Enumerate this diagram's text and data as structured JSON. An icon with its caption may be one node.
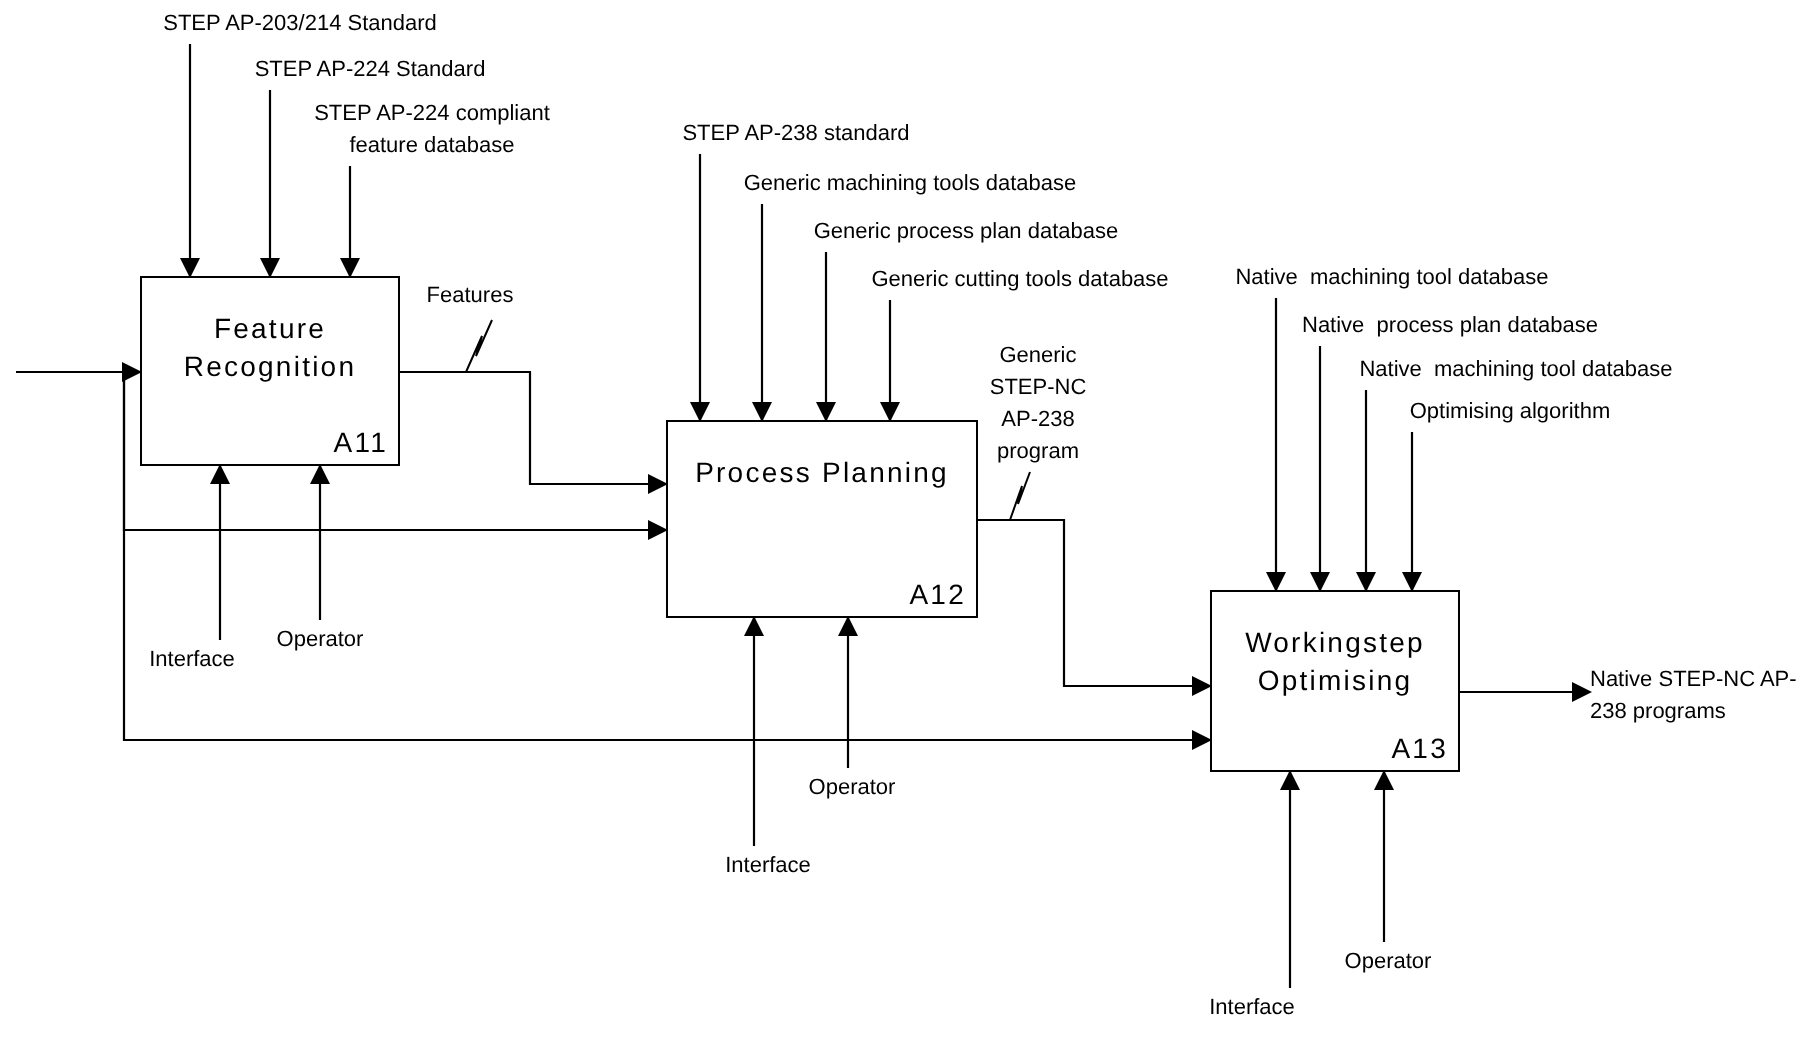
{
  "diagram": {
    "nodes": [
      {
        "text": [
          "Feature Recognition",
          "A11"
        ]
      },
      {
        "text": [
          "Process Planning",
          "A12"
        ]
      },
      {
        "text": [
          "Workingstep Optimising",
          "A13"
        ]
      },
      {
        "text": [
          "STEP AP-203/214 Standard"
        ]
      },
      {
        "text": [
          "STEP AP-224 Standard"
        ]
      },
      {
        "text": [
          "STEP AP-224 compliant feature database"
        ]
      },
      {
        "text": [
          "Operator"
        ]
      },
      {
        "text": [
          "Interface"
        ]
      },
      {
        "text": [
          "STEP AP-238 standard"
        ]
      },
      {
        "text": [
          "Generic machining tools database"
        ]
      },
      {
        "text": [
          "Generic process plan database"
        ]
      },
      {
        "text": [
          "Generic cutting tools database"
        ]
      },
      {
        "text": [
          "Operator"
        ]
      },
      {
        "text": [
          "Interface"
        ]
      },
      {
        "text": [
          "Native  machining tool database"
        ]
      },
      {
        "text": [
          "Native  process plan database"
        ]
      },
      {
        "text": [
          "Native  machining tool database"
        ]
      },
      {
        "text": [
          "Optimising algorithm"
        ]
      },
      {
        "text": [
          "Operator"
        ]
      },
      {
        "text": [
          "Interface"
        ]
      },
      {
        "text": [
          "Native STEP-NC AP-238 programs"
        ]
      }
    ],
    "edges": [
      {
        "from": null,
        "to": 0,
        "arrow": "to"
      },
      {
        "from": null,
        "to": 1,
        "arrow": "to"
      },
      {
        "from": null,
        "to": 2,
        "arrow": "to"
      },
      {
        "from": 0,
        "to": 1,
        "arrow": "to",
        "label": "Features"
      },
      {
        "from": 1,
        "to": 2,
        "arrow": "to",
        "label": "Generic STEP-NC AP-238 program"
      },
      {
        "from": 2,
        "to": 20,
        "arrow": "to"
      },
      {
        "from": 3,
        "to": 0,
        "arrow": "to"
      },
      {
        "from": 4,
        "to": 0,
        "arrow": "to"
      },
      {
        "from": 5,
        "to": 0,
        "arrow": "to"
      },
      {
        "from": 7,
        "to": 0,
        "arrow": "to"
      },
      {
        "from": 6,
        "to": 0,
        "arrow": "to"
      },
      {
        "from": 8,
        "to": 1,
        "arrow": "to"
      },
      {
        "from": 9,
        "to": 1,
        "arrow": "to"
      },
      {
        "from": 10,
        "to": 1,
        "arrow": "to"
      },
      {
        "from": 11,
        "to": 1,
        "arrow": "to"
      },
      {
        "from": 13,
        "to": 1,
        "arrow": "to"
      },
      {
        "from": 12,
        "to": 1,
        "arrow": "to"
      },
      {
        "from": 14,
        "to": 2,
        "arrow": "to"
      },
      {
        "from": 15,
        "to": 2,
        "arrow": "to"
      },
      {
        "from": 16,
        "to": 2,
        "arrow": "to"
      },
      {
        "from": 17,
        "to": 2,
        "arrow": "to"
      },
      {
        "from": 19,
        "to": 2,
        "arrow": "to"
      },
      {
        "from": 18,
        "to": 2,
        "arrow": "to"
      }
    ]
  }
}
